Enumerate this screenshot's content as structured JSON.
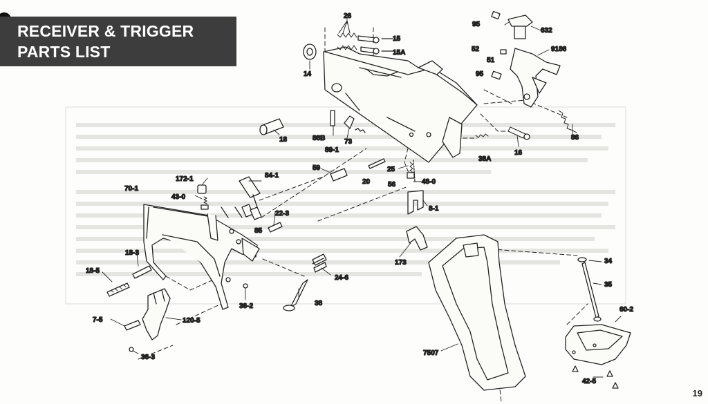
{
  "header": {
    "line1": "RECEIVER & TRIGGER",
    "line2": "PARTS LIST"
  },
  "page_number": "19",
  "labels": {
    "p26": "26",
    "p15": "15",
    "p15a": "15A",
    "p14": "14",
    "p95a": "95",
    "p632": "632",
    "p52": "52",
    "p9186": "9186",
    "p51": "51",
    "p95b": "95",
    "p18": "18",
    "p88b": "88B",
    "p73": "73",
    "p891": "89-1",
    "p16": "16",
    "p86": "86",
    "p38a": "38A",
    "p59": "59",
    "p25": "25",
    "p20": "20",
    "p56": "56",
    "p480": "48-0",
    "p1721": "172-1",
    "p841": "84-1",
    "p701": "70-1",
    "p430": "43-0",
    "p223": "22-3",
    "p85": "85",
    "p81": "8-1",
    "p173": "173",
    "p183": "18-3",
    "p185": "18-5",
    "p246": "24-6",
    "p362": "36-2",
    "p38": "38",
    "p75": "7-5",
    "p1205": "120-5",
    "p363": "36-3",
    "p7507": "7507",
    "p34": "34",
    "p35": "35",
    "p602": "60-2",
    "p425": "42-5"
  }
}
